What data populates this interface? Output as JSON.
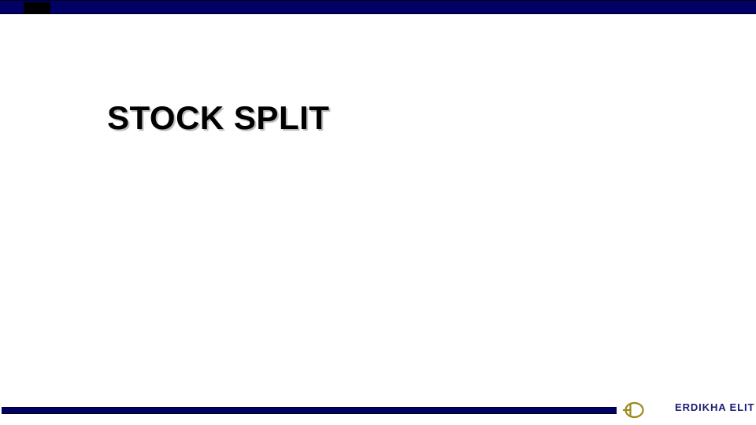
{
  "slide": {
    "title": "STOCK SPLIT",
    "footer": {
      "brand": "ERDIKHA ELIT",
      "logo_icon": "erdikha-elit-ed-monogram"
    },
    "colors": {
      "accent_navy": "#000066",
      "block_black": "#000000",
      "title_black": "#000000",
      "title_shadow": "#b8b8b8",
      "brand_navy": "#1b1b75",
      "logo_gold": "#9a8a1e",
      "background_white": "#ffffff"
    }
  }
}
